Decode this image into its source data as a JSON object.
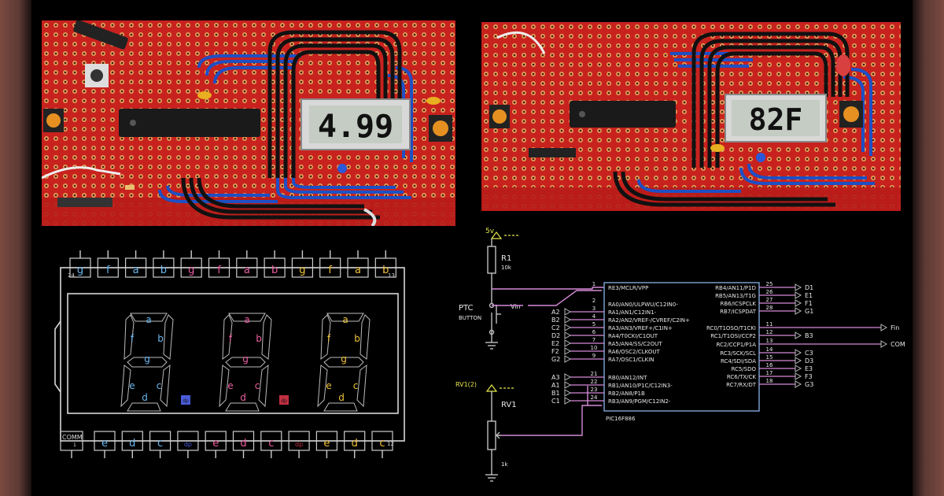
{
  "photos": {
    "left_display": "4.99",
    "right_display": "82F"
  },
  "lcd": {
    "top_pins": [
      "g",
      "f",
      "a",
      "b",
      "g",
      "f",
      "a",
      "b",
      "g",
      "f",
      "a",
      "b"
    ],
    "top_left_num": "24",
    "top_right_num": "13",
    "bottom_pins": [
      "e",
      "d",
      "c",
      "dp",
      "e",
      "d",
      "c",
      "dp",
      "e",
      "d",
      "c"
    ],
    "bottom_left_label": "COMM",
    "bottom_left_sub": "1",
    "bottom_right_num": "12",
    "segment_labels": [
      "a",
      "b",
      "c",
      "d",
      "e",
      "f",
      "g"
    ],
    "dp_label": "dp"
  },
  "schematic": {
    "supply": "5v",
    "r1_name": "R1",
    "r1_value": "10k",
    "ptc_label": "PTC",
    "button_label": "BUTTON",
    "vin_label": "Vin",
    "rv1_net": "RV1(2)",
    "rv1_name": "RV1",
    "rv1_value": "1k",
    "chip_name": "PIC16F886",
    "left_pins": [
      {
        "num": "1",
        "name": "RE3/MCLR/VPP",
        "net": ""
      },
      {
        "num": "2",
        "name": "RA0/AN0/ULPWU/C12IN0-",
        "net": ""
      },
      {
        "num": "3",
        "name": "RA1/AN1/C12IN1-",
        "net": "A2"
      },
      {
        "num": "4",
        "name": "RA2/AN2/VREF-/CVREF/C2IN+",
        "net": "B2"
      },
      {
        "num": "5",
        "name": "RA3/AN3/VREF+/C1IN+",
        "net": "C2"
      },
      {
        "num": "6",
        "name": "RA4/T0CKI/C1OUT",
        "net": "D2"
      },
      {
        "num": "7",
        "name": "RA5/AN4/SS/C2OUT",
        "net": "E2"
      },
      {
        "num": "10",
        "name": "RA6/OSC2/CLKOUT",
        "net": "F2"
      },
      {
        "num": "9",
        "name": "RA7/OSC1/CLKIN",
        "net": "G2"
      },
      {
        "num": "21",
        "name": "RB0/AN12/INT",
        "net": "A3"
      },
      {
        "num": "22",
        "name": "RB1/AN10/P1C/C12IN3-",
        "net": "A1"
      },
      {
        "num": "23",
        "name": "RB2/AN8/P1B",
        "net": "B1"
      },
      {
        "num": "24",
        "name": "RB3/AN9/PGM/C12IN2-",
        "net": "C1"
      }
    ],
    "right_pins": [
      {
        "num": "25",
        "name": "RB4/AN11/P1D",
        "net": "D1"
      },
      {
        "num": "26",
        "name": "RB5/AN13/T1G",
        "net": "E1"
      },
      {
        "num": "27",
        "name": "RB6/ICSPCLK",
        "net": "F1"
      },
      {
        "num": "28",
        "name": "RB7/ICSPDAT",
        "net": "G1"
      },
      {
        "num": "11",
        "name": "RC0/T1OSO/T1CKI",
        "net": "Fin"
      },
      {
        "num": "12",
        "name": "RC1/T1OSI/CCP2",
        "net": "B3"
      },
      {
        "num": "13",
        "name": "RC2/CCP1/P1A",
        "net": "COM"
      },
      {
        "num": "14",
        "name": "RC3/SCK/SCL",
        "net": "C3"
      },
      {
        "num": "15",
        "name": "RC4/SDI/SDA",
        "net": "D3"
      },
      {
        "num": "16",
        "name": "RC5/SDO",
        "net": "E3"
      },
      {
        "num": "17",
        "name": "RC6/TX/CK",
        "net": "F3"
      },
      {
        "num": "18",
        "name": "RC7/RX/DT",
        "net": "G3"
      }
    ]
  },
  "colors": {
    "board": "#c8221e",
    "wire_blue": "#1e4fc4",
    "wire_black": "#111111",
    "schematic_wire": "#d58ad8",
    "chip_border": "#7fa7d9",
    "supply": "#e6e64a",
    "seg_blue": "#6ab6ee",
    "seg_pink": "#ea5ea0",
    "seg_yellow": "#f0c23c",
    "dp_blue": "#4a5bd6",
    "dp_red": "#c03040"
  }
}
